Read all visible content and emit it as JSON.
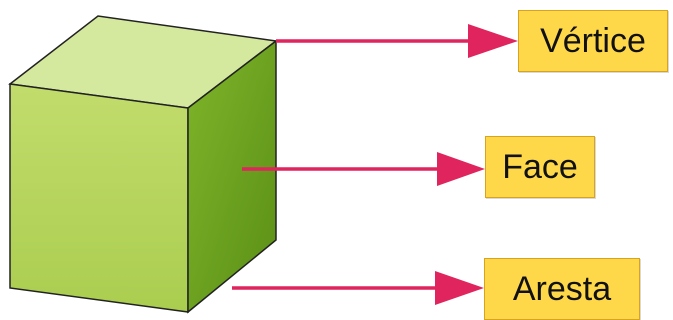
{
  "labels": {
    "vertice": "Vértice",
    "face": "Face",
    "aresta": "Aresta"
  },
  "colors": {
    "cube_front": "#b7d65a",
    "cube_top": "#d3e89a",
    "cube_side": "#6da21f",
    "arrow": "#e0245e",
    "label_background": "#ffd84a"
  }
}
